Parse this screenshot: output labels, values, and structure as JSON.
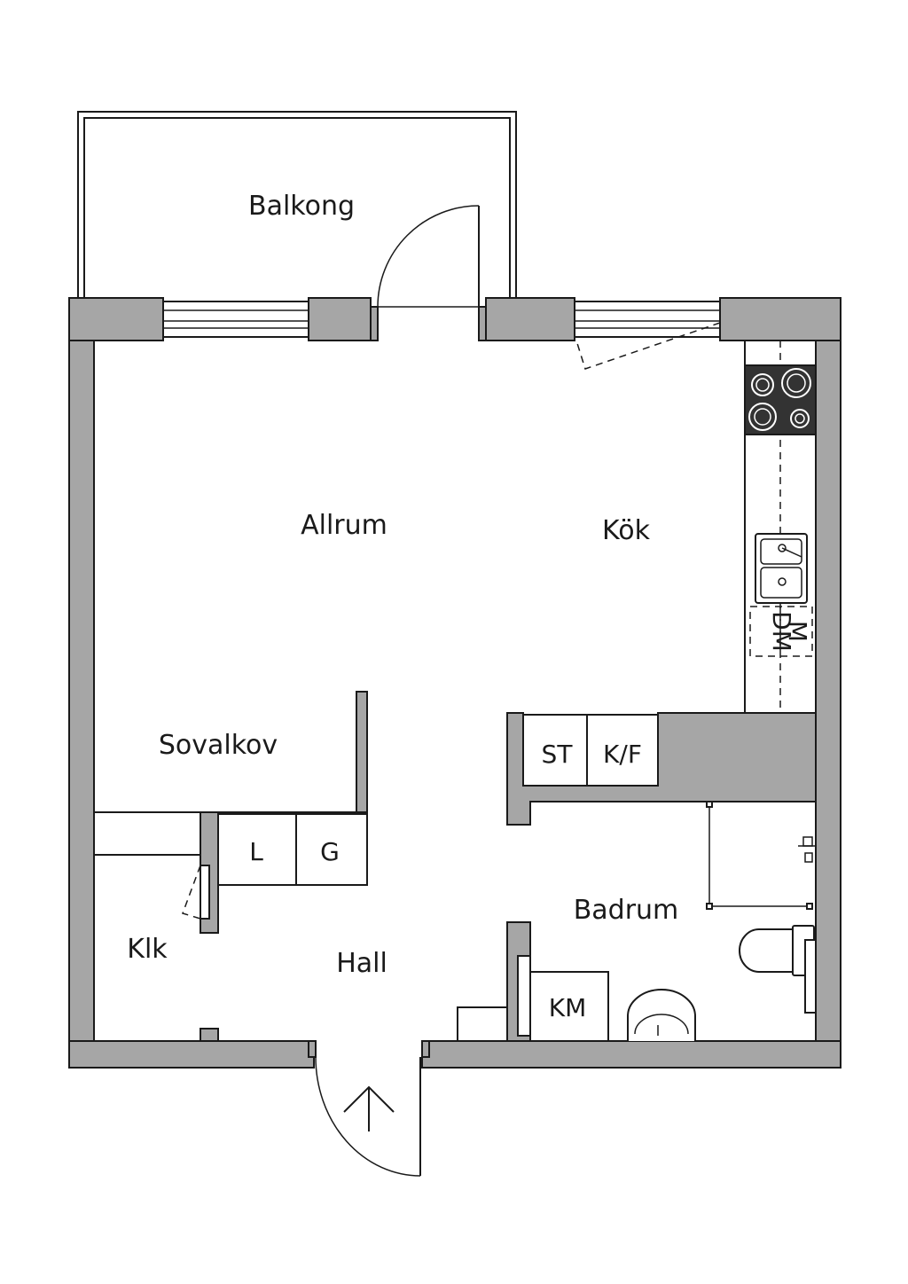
{
  "rooms": {
    "balcony": "Balkong",
    "living": "Allrum",
    "kitchen": "Kök",
    "alcove": "Sovalkov",
    "closet": "Klk",
    "hall": "Hall",
    "bathroom": "Badrum"
  },
  "fixtures": {
    "dishwasher": "DM",
    "microwave": "M",
    "stove_cabinet": "ST",
    "fridge_freezer": "K/F",
    "linen_closet": "L",
    "wardrobe": "G",
    "washing_machine": "KM"
  },
  "colors": {
    "wall_fill": "#a6a6a6",
    "line": "#1a1a1a",
    "stove": "#333333"
  }
}
